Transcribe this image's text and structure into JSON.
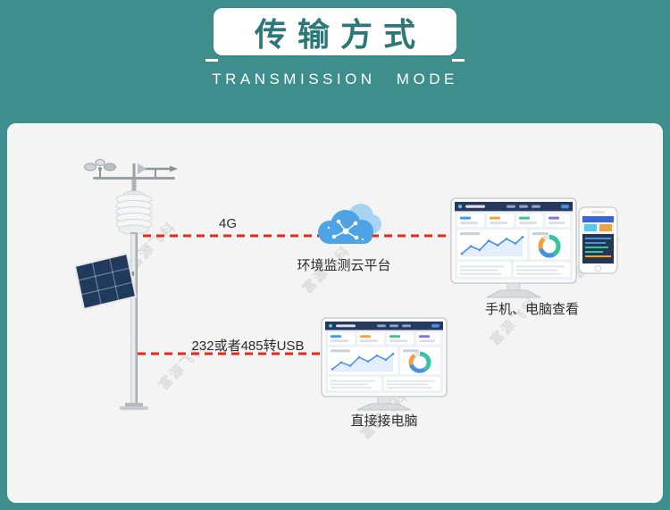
{
  "header": {
    "title": "传输方式",
    "subtitle": "TRANSMISSION MODE"
  },
  "diagram": {
    "station_to_cloud_label": "4G",
    "cloud_platform_label": "环境监测云平台",
    "phone_pc_label": "手机、电脑查看",
    "serial_link_label": "232或者485转USB",
    "direct_pc_label": "直接接电脑"
  },
  "watermark": {
    "text": "富源飞科"
  },
  "colors": {
    "background_teal": "#3e8e8e",
    "panel_bg": "#f4f4f4",
    "accent_red": "#e2291c",
    "title_teal": "#2c7878",
    "cloud_blue": "#4da3e4"
  }
}
